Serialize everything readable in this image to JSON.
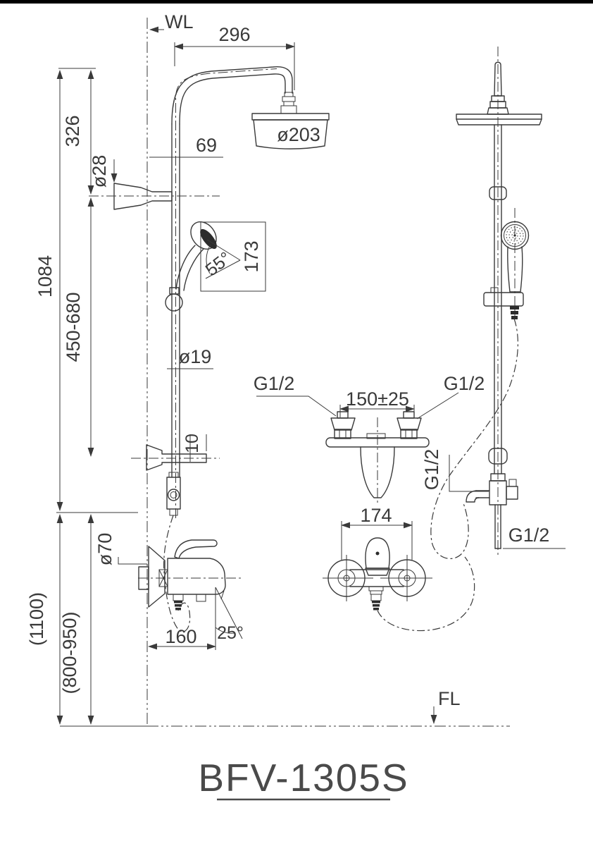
{
  "colors": {
    "line": "#3a3a3a",
    "background": "#ffffff",
    "top_border": "#000000"
  },
  "title_block": {
    "model": "BFV-1305S"
  },
  "reference_lines": {
    "wall_line_label": "WL",
    "floor_line_label": "FL"
  },
  "side_view": {
    "dimensions": {
      "arm_projection": "296",
      "top_to_upper_bracket": "326",
      "wall_to_pipe": "69",
      "upper_bracket_diameter": "ø28",
      "rain_head_diameter": "ø203",
      "hand_shower_angle": "55°",
      "hand_shower_length": "173",
      "slide_pipe_diameter": "ø19",
      "bracket_offset": "10",
      "column_length": "1084",
      "bracket_spacing": "450-680",
      "column_height_from_floor": "(1100)",
      "mixer_height_from_floor": "(800-950)",
      "spout_reach": "160",
      "spout_angle": "25°",
      "flange_diameter": "ø70"
    }
  },
  "rough_in_view": {
    "dimensions": {
      "inlet_center_distance": "150±25",
      "left_inlet_thread": "G1/2",
      "right_inlet_thread": "G1/2"
    }
  },
  "trim_view": {
    "dimensions": {
      "body_width": "174"
    }
  },
  "front_view": {
    "dimensions": {
      "hose_outlet_thread": "G1/2",
      "supply_pipe_thread": "G1/2"
    }
  }
}
